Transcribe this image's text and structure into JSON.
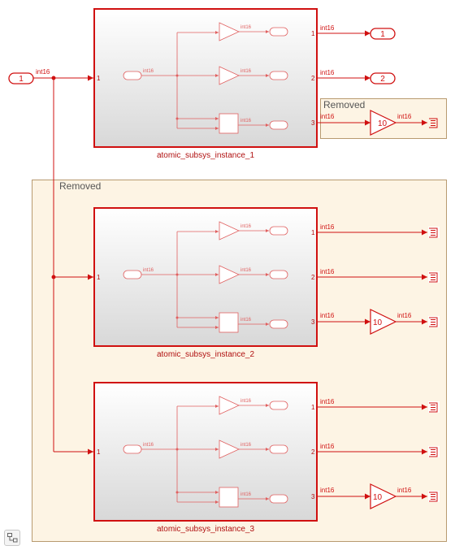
{
  "colors": {
    "signal": "#d01010",
    "area_fill": "#fdf4e4",
    "area_border": "#b89a70",
    "removed_text": "#555555",
    "subsys_gradient_top": "#ffffff",
    "subsys_gradient_bottom": "#d8d8d8"
  },
  "inport": {
    "label": "1"
  },
  "outports": [
    {
      "label": "1"
    },
    {
      "label": "2"
    }
  ],
  "signal_type": "int16",
  "areas": [
    {
      "id": "removed-small",
      "title": "Removed"
    },
    {
      "id": "removed-large",
      "title": "Removed"
    }
  ],
  "subsystems": [
    {
      "id": "atomic_subsys_instance_1",
      "name": "atomic_subsys_instance_1",
      "in_port": "1",
      "out_ports": [
        "1",
        "2",
        "3"
      ],
      "inner_type": "int16"
    },
    {
      "id": "atomic_subsys_instance_2",
      "name": "atomic_subsys_instance_2",
      "in_port": "1",
      "out_ports": [
        "1",
        "2",
        "3"
      ],
      "inner_type": "int16"
    },
    {
      "id": "atomic_subsys_instance_3",
      "name": "atomic_subsys_instance_3",
      "in_port": "1",
      "out_ports": [
        "1",
        "2",
        "3"
      ],
      "inner_type": "int16"
    }
  ],
  "gain_value": "10",
  "corner_icon": "hierarchy-icon"
}
